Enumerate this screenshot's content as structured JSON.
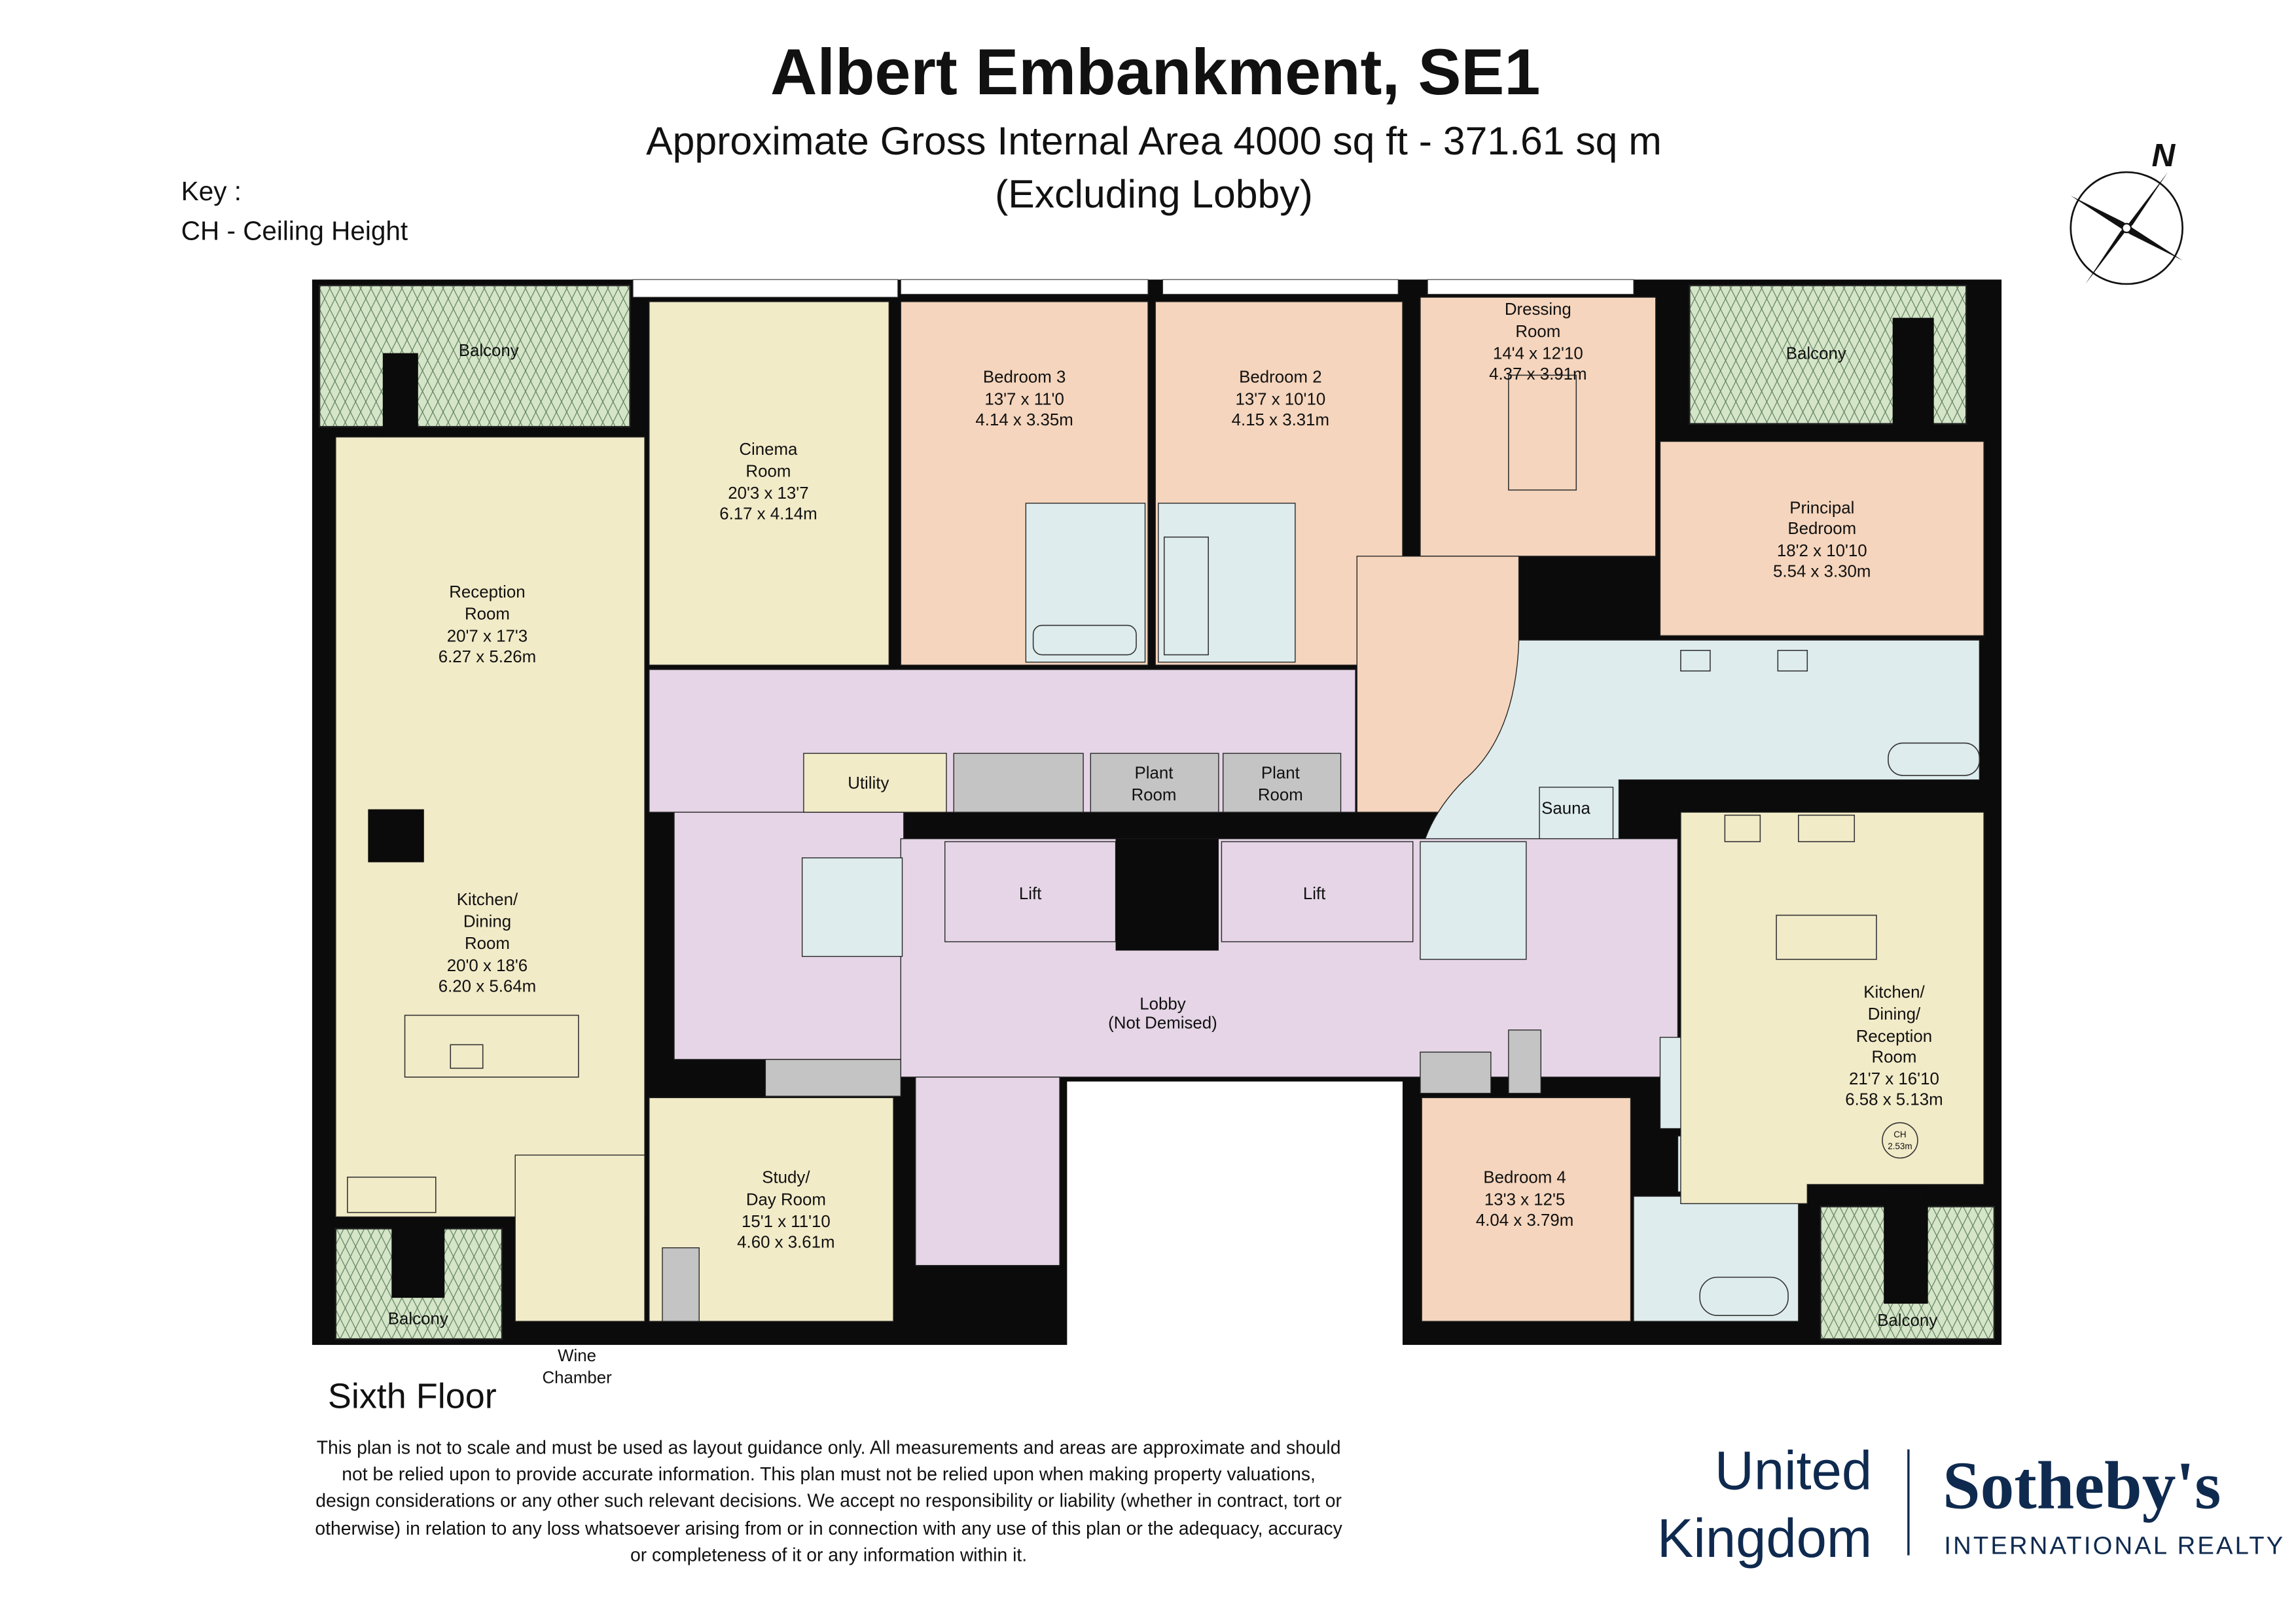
{
  "header": {
    "title": "Albert Embankment, SE1",
    "subtitle": "Approximate Gross Internal Area 4000 sq ft - 371.61 sq m",
    "subtitle2": "(Excluding Lobby)"
  },
  "key": {
    "label": "Key :",
    "ch": "CH - Ceiling Height"
  },
  "compass": {
    "label": "N",
    "icon": "compass-rose-icon"
  },
  "floor_label": "Sixth Floor",
  "rooms": {
    "balcony_tl": {
      "name": "Balcony"
    },
    "cinema": {
      "name1": "Cinema",
      "name2": "Room",
      "imp": "20'3 x 13'7",
      "met": "6.17 x 4.14m"
    },
    "bedroom3": {
      "name": "Bedroom 3",
      "imp": "13'7 x 11'0",
      "met": "4.14 x 3.35m"
    },
    "bedroom2": {
      "name": "Bedroom 2",
      "imp": "13'7 x 10'10",
      "met": "4.15 x 3.31m"
    },
    "dressing": {
      "name1": "Dressing",
      "name2": "Room",
      "imp": "14'4 x 12'10",
      "met": "4.37 x 3.91m"
    },
    "balcony_tr": {
      "name": "Balcony"
    },
    "principal": {
      "name1": "Principal",
      "name2": "Bedroom",
      "imp": "18'2 x 10'10",
      "met": "5.54 x 3.30m"
    },
    "reception": {
      "name1": "Reception",
      "name2": "Room",
      "imp": "20'7 x 17'3",
      "met": "6.27 x 5.26m"
    },
    "kitchen_left": {
      "name1": "Kitchen/",
      "name2": "Dining",
      "name3": "Room",
      "imp": "20'0 x 18'6",
      "met": "6.20 x 5.64m"
    },
    "utility": {
      "name": "Utility"
    },
    "plant1": {
      "name1": "Plant",
      "name2": "Room"
    },
    "plant2": {
      "name1": "Plant",
      "name2": "Room"
    },
    "sauna": {
      "name": "Sauna"
    },
    "lift1": {
      "name": "Lift"
    },
    "lift2": {
      "name": "Lift"
    },
    "lobby": {
      "name": "Lobby",
      "note": "(Not Demised)"
    },
    "kitchen_right": {
      "name1": "Kitchen/",
      "name2": "Dining/",
      "name3": "Reception",
      "name4": "Room",
      "imp": "21'7 x 16'10",
      "met": "6.58 x 5.13m",
      "ch_label": "CH",
      "ch_value": "2.53m"
    },
    "study": {
      "name1": "Study/",
      "name2": "Day Room",
      "imp": "15'1 x 11'10",
      "met": "4.60 x 3.61m"
    },
    "bedroom4": {
      "name": "Bedroom 4",
      "imp": "13'3 x 12'5",
      "met": "4.04 x 3.79m"
    },
    "balcony_bl": {
      "name": "Balcony"
    },
    "balcony_br": {
      "name": "Balcony"
    },
    "wine": {
      "name1": "Wine",
      "name2": "Chamber"
    }
  },
  "colors": {
    "bedroom": "#f5d5bd",
    "living": "#f2ebc8",
    "circulation": "#e5d5e6",
    "bathroom": "#deeced",
    "storage": "#c4c4c4",
    "balcony": "#d5e5c8",
    "brand": "#0f2a4f"
  },
  "disclaimer": [
    "This plan is not to scale and must be used as layout guidance only. All measurements and areas are approximate and should",
    "not be relied upon to provide accurate information. This plan must not be relied upon when making property valuations,",
    "design considerations or any other such relevant decisions. We accept no responsibility or liability (whether in contract, tort or",
    "otherwise) in relation to any loss whatsoever arising from or in connection with any use of this plan or the adequacy, accuracy",
    "or completeness of it or any information within it."
  ],
  "logo": {
    "region1": "United",
    "region2": "Kingdom",
    "brand": "Sotheby's",
    "tagline": "INTERNATIONAL REALTY"
  }
}
